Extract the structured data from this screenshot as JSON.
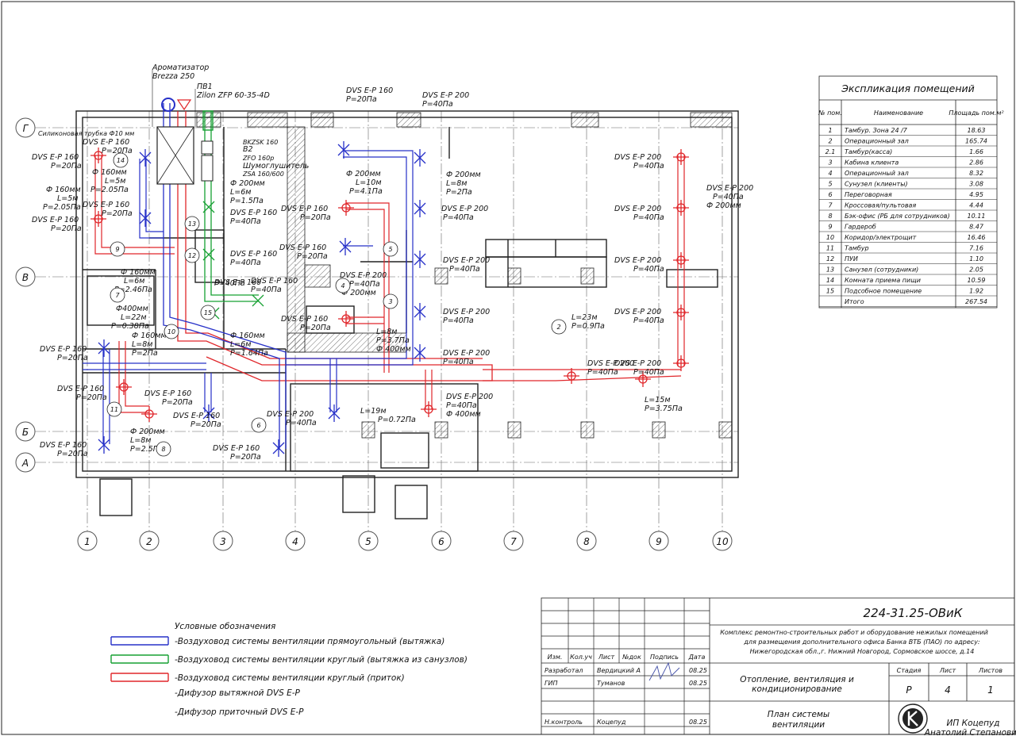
{
  "axes_letters": [
    "Г",
    "В",
    "Б",
    "А"
  ],
  "axes_numbers": [
    "1",
    "2",
    "3",
    "4",
    "5",
    "6",
    "7",
    "8",
    "9",
    "10"
  ],
  "equipment": {
    "aroma": [
      "Ароматизатор",
      "Brezza 250"
    ],
    "pv": [
      "ПВ1",
      "Zilon ZFP 60-35-4D"
    ],
    "silicone": "Силиконовая трубка Ф10 мм",
    "bkzsk": "BKZSK 160",
    "v2": "В2",
    "zfo": "ZFO 160р",
    "muffler": "Шумоглушитель",
    "zsa": "ZSA 160/600"
  },
  "plan_labels": [
    "DVS E-P 160",
    "P=20Па",
    "DVS E-P 160",
    "P=20Па",
    "DVS E-P 160",
    "P=20Па",
    "DVS E-P 160",
    "P=20Па",
    "Ф 160мм",
    "L=5м",
    "P=2.05Па",
    "Ф 160мм",
    "L=5м",
    "P=2.05Па",
    "Ф 200мм",
    "L=6м",
    "P=1.5Па",
    "DVS E-P 160",
    "P=40Па",
    "DVS E-P 160",
    "P=40Па",
    "DVS E-P 160",
    "P=40Па",
    "DVS E-P 160",
    "P=40Па",
    "DVS E-P 160",
    "P=20Па",
    "DVS E-P 160",
    "P=20Па",
    "DVS E-P 160",
    "P=20Па",
    "DVS E-P 160",
    "P=20Па",
    "DVS E-P 160",
    "P=20Па",
    "DVS E-P 160",
    "P=20Па",
    "DVS E-P 160",
    "P=20Па",
    "DVS E-P 160",
    "P=20Па",
    "DVS E-P 160",
    "P=20Па",
    "DVS E-P 160",
    "P=20Па",
    "DVS E-P 200",
    "P=40Па",
    "Ф 160мм",
    "L=6м",
    "P=2.46Па",
    "Ф400мм",
    "L=22м",
    "P=0.38Па",
    "Ф 160мм",
    "L=8м",
    "P=2Па",
    "Ф 160мм",
    "L=6м",
    "P=1.64Па",
    "Ф 200мм",
    "L=8м",
    "P=2.5Па",
    "DVS E-P 200",
    "P=40Па",
    "DVS E-P 200",
    "P=40Па",
    "Ф 200мм",
    "L=10м",
    "P=4.1Па",
    "Ф 200мм",
    "L=8м",
    "P=2Па",
    "DVS E-P 200",
    "P=40Па",
    "DVS E-P 200",
    "P=40Па",
    "DVS E-P 200",
    "P=40Па",
    "DVS E-P 200",
    "P=40Па",
    "Ф 200мм",
    "L=8м",
    "P=3.7Па",
    "Ф 400мм",
    "L=19м",
    "P=0.72Па",
    "DVS E-P 200",
    "P=40Па",
    "Ф 400мм",
    "L=23м",
    "P=0.9Па",
    "DVS E-P 200",
    "P=40Па",
    "DVS E-P 200",
    "P=40Па",
    "DVS E-P 200",
    "P=40Па",
    "DVS E-P 200",
    "P=40Па",
    "DVS E-P 200",
    "P=40Па",
    "DVS E-P 200",
    "P=40Па",
    "DVS E-P 200",
    "P=40Па",
    "Ф 200мм",
    "L=15м",
    "P=3.75Па",
    "DVS E-P 200",
    "P=40Па"
  ],
  "room_numbers": [
    "14",
    "13",
    "12",
    "15",
    "9",
    "7",
    "10",
    "11",
    "8",
    "6",
    "5",
    "4",
    "3",
    "2"
  ],
  "explication": {
    "title": "Экспликация помещений",
    "headers": [
      "№ пом.",
      "Наименование",
      "Площадь пом.м²"
    ],
    "rows": [
      [
        "1",
        "Тамбур. Зона 24 /7",
        "18.63"
      ],
      [
        "2",
        "Операционный зал",
        "165.74"
      ],
      [
        "2.1",
        "Тамбур(касса)",
        "1.66"
      ],
      [
        "3",
        "Кабина клиента",
        "2.86"
      ],
      [
        "4",
        "Операционный зал",
        "8.32"
      ],
      [
        "5",
        "Сунузел (клиенты)",
        "3.08"
      ],
      [
        "6",
        "Переговорная",
        "4.95"
      ],
      [
        "7",
        "Кроссовая/пультовая",
        "4.44"
      ],
      [
        "8",
        "Бэк-офис (РБ для сотрудников)",
        "10.11"
      ],
      [
        "9",
        "Гардероб",
        "8.47"
      ],
      [
        "10",
        "Коридор/электрощит",
        "16.46"
      ],
      [
        "11",
        "Тамбур",
        "7.16"
      ],
      [
        "12",
        "ПУИ",
        "1.10"
      ],
      [
        "13",
        "Санузел (сотрудники)",
        "2.05"
      ],
      [
        "14",
        "Комната приема пищи",
        "10.59"
      ],
      [
        "15",
        "Подсобное помещение",
        "1.92"
      ],
      [
        "",
        "Итого",
        "267.54"
      ]
    ]
  },
  "legend": {
    "title": "Условные обозначения",
    "exhaust": "-Воздуховод системы вентиляции прямоугольный (вытяжка)",
    "sanitary": "-Воздуховод системы вентиляции круглый (вытяжка из санузлов)",
    "supply": "-Воздуховод системы вентиляции круглый (приток)",
    "diff_exhaust": "-Дифузор вытяжной DVS E-P",
    "diff_supply": "-Дифузор приточный DVS E-P"
  },
  "stamp": {
    "code": "224-31.25-ОВиК",
    "project": [
      "Комплекс ремонтно-строительных работ и оборудование нежилых помещений",
      "для размещения дополнительного офиса Банка ВТБ (ПАО) по адресу:",
      "Нижегородская обл.,г. Нижний Новгород, Сормовское шоссе, д.14"
    ],
    "cols": [
      "Изм.",
      "Кол.уч",
      "Лист",
      "№док",
      "Подпись",
      "Дата"
    ],
    "rows": [
      [
        "Разработал",
        "Вердицкий А",
        "08.25"
      ],
      [
        "ГИП",
        "Туманов",
        "08.25"
      ],
      [
        "Н.контроль",
        "Коцепуд",
        "08.25"
      ]
    ],
    "section": [
      "Отопление, вентиляция и",
      "кондиционирование"
    ],
    "stage_head": [
      "Стадия",
      "Лист",
      "Листов"
    ],
    "stage_vals": [
      "Р",
      "4",
      "1"
    ],
    "sheet_title": [
      "План системы",
      "вентиляции"
    ],
    "org": [
      "ИП Коцепуд",
      "Анатолий Степанович"
    ]
  },
  "colors": {
    "supply": "#e0262a",
    "exhaust": "#2630c8",
    "sanitary": "#16a032"
  }
}
